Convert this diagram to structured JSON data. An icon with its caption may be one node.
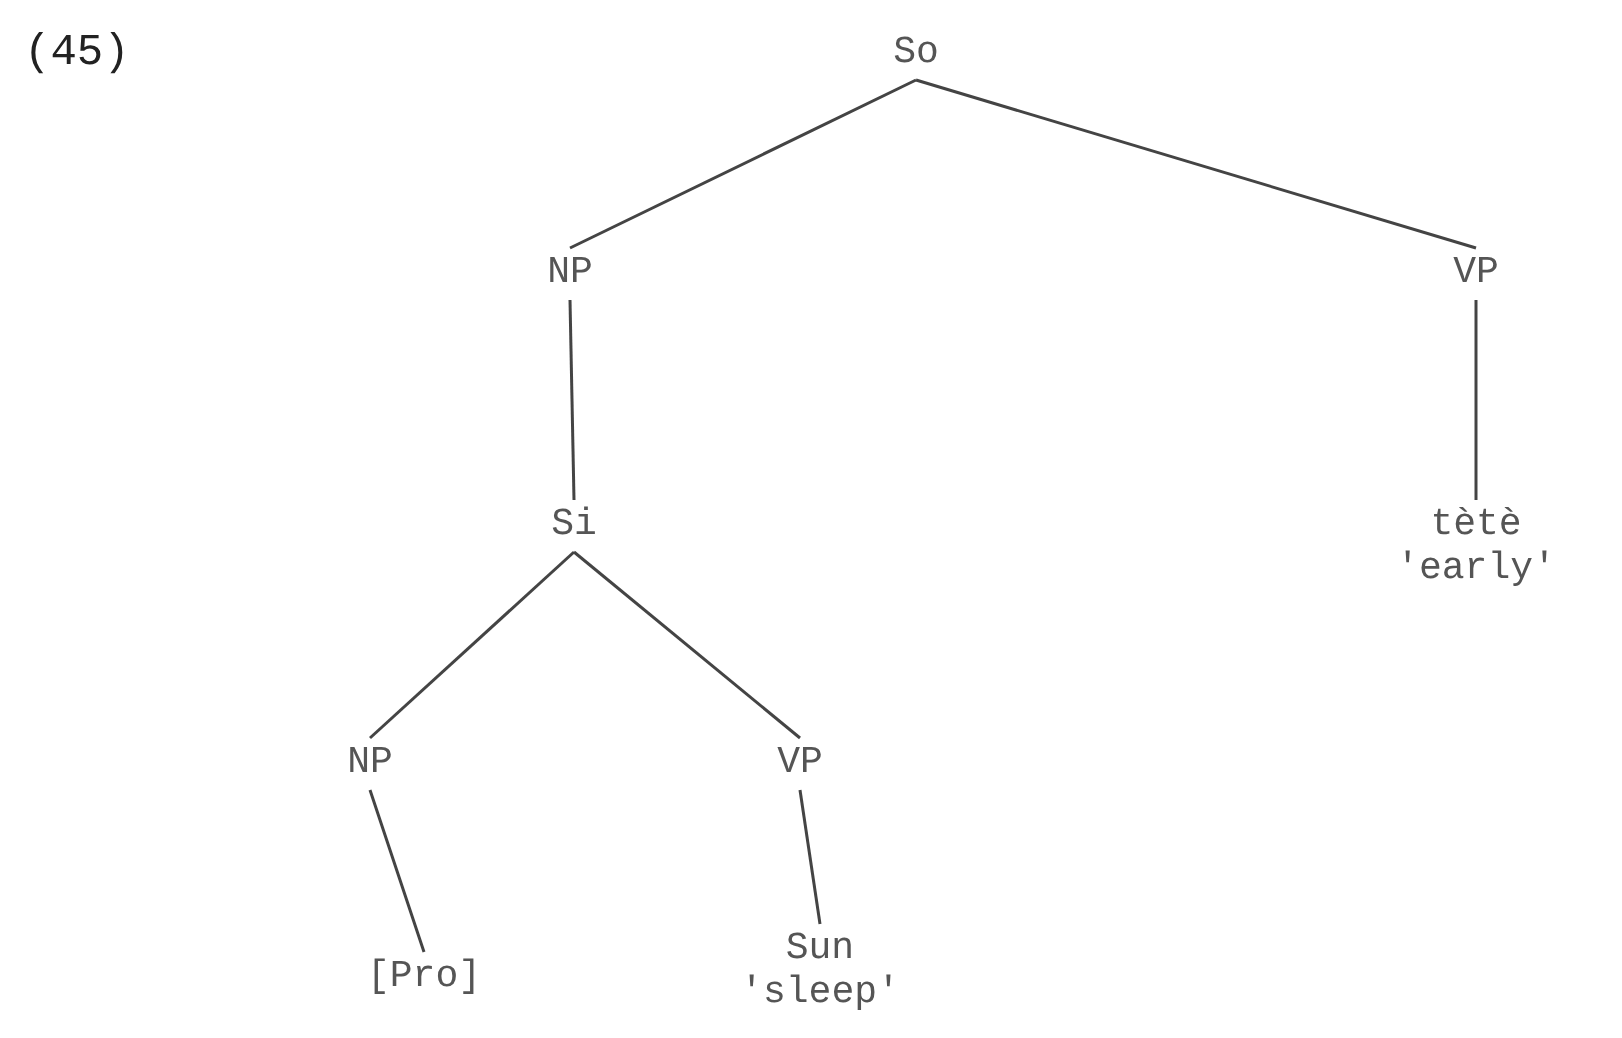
{
  "diagram": {
    "nodes": [
      {
        "text": [
          "So"
        ]
      },
      {
        "text": [
          "NP"
        ]
      },
      {
        "text": [
          "VP"
        ]
      },
      {
        "text": [
          "Si"
        ]
      },
      {
        "text": [
          "tètè",
          "'early'"
        ]
      },
      {
        "text": [
          "NP"
        ]
      },
      {
        "text": [
          "VP"
        ]
      },
      {
        "text": [
          "[Pro]"
        ]
      },
      {
        "text": [
          "Sun",
          "'sleep'"
        ]
      }
    ],
    "edges": [
      {
        "from": 0,
        "to": 1,
        "arrow": "none"
      },
      {
        "from": 0,
        "to": 2,
        "arrow": "none"
      },
      {
        "from": 1,
        "to": 3,
        "arrow": "none"
      },
      {
        "from": 2,
        "to": 4,
        "arrow": "none"
      },
      {
        "from": 3,
        "to": 5,
        "arrow": "none"
      },
      {
        "from": 3,
        "to": 6,
        "arrow": "none"
      },
      {
        "from": 5,
        "to": 7,
        "arrow": "none"
      },
      {
        "from": 6,
        "to": 8,
        "arrow": "none"
      }
    ],
    "labels": [
      "(45)"
    ]
  }
}
